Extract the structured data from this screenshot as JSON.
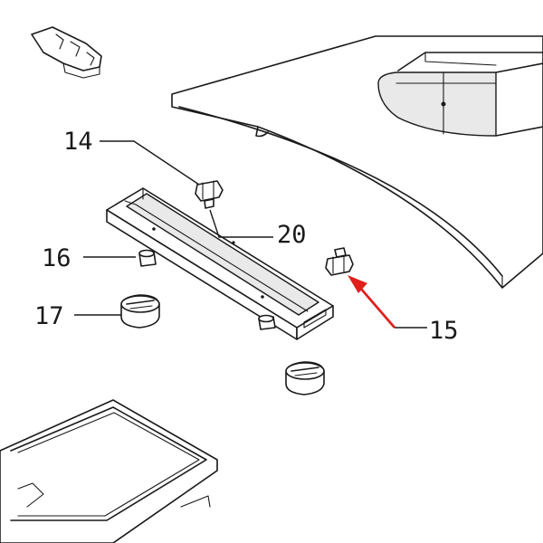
{
  "callouts": [
    {
      "id": "14",
      "text": "14"
    },
    {
      "id": "15",
      "text": "15"
    },
    {
      "id": "16",
      "text": "16"
    },
    {
      "id": "17",
      "text": "17"
    },
    {
      "id": "20",
      "text": "20"
    }
  ],
  "highlight": {
    "target": "15",
    "color": "#e0201c"
  },
  "colors": {
    "line": "#1a1a1a",
    "background": "#ffffff",
    "arrow": "#e0201c"
  }
}
